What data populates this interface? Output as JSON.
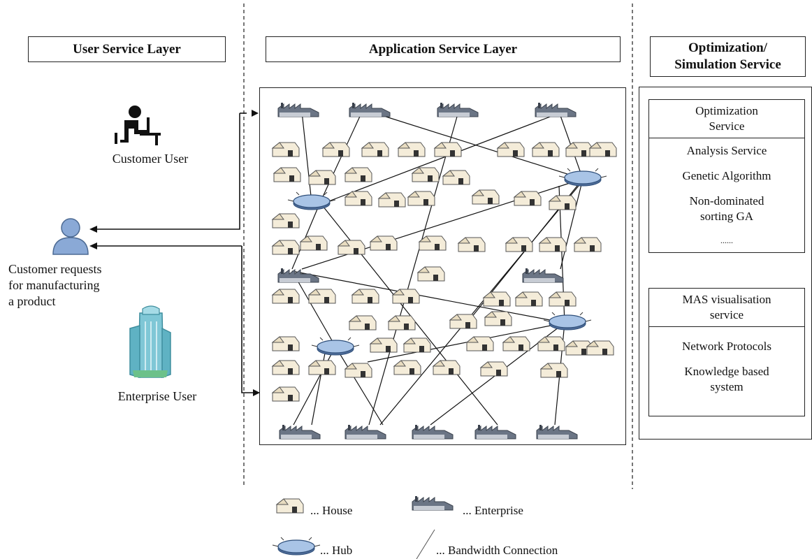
{
  "headers": {
    "user_layer": "User Service Layer",
    "app_layer": "Application Service Layer",
    "opt_layer_line1": "Optimization/",
    "opt_layer_line2": "Simulation Service"
  },
  "users": {
    "customer": "Customer User",
    "requests_line1": "Customer requests",
    "requests_line2": "for manufacturing",
    "requests_line3": "a product",
    "enterprise": "Enterprise User"
  },
  "optimization": {
    "title_line1": "Optimization",
    "title_line2": "Service",
    "items": [
      "Analysis Service",
      "Genetic Algorithm",
      "Non-dominated",
      "sorting GA",
      "......"
    ]
  },
  "mas": {
    "title_line1": "MAS visualisation",
    "title_line2": "service",
    "items": [
      "Network Protocols",
      "Knowledge based",
      "system"
    ]
  },
  "legend": {
    "house": "... House",
    "enterprise": "... Enterprise",
    "hub": "... Hub",
    "bandwidth": "... Bandwidth Connection"
  },
  "colors": {
    "hub_fill": "#a9c4e6",
    "hub_stroke": "#2f4f7a",
    "user_icon": "#8aa9d6",
    "building": "#7fc7d6"
  }
}
